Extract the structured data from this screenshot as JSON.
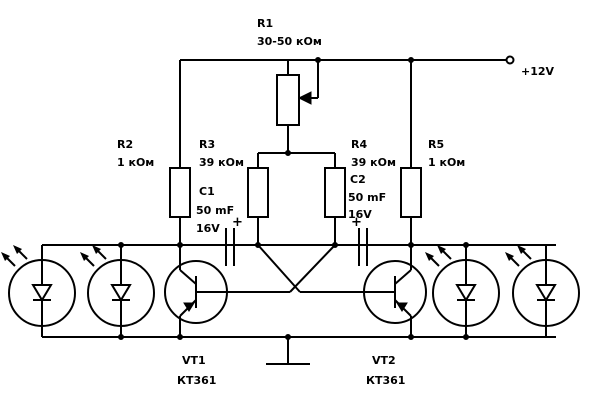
{
  "labels": {
    "r1_name": "R1",
    "r1_value": "30-50 кОм",
    "supply": "+12V",
    "r2_name": "R2",
    "r2_value": "1 кОм",
    "r3_name": "R3",
    "r3_value": "39 кОм",
    "c1_name": "C1",
    "c1_cap": "50 mF",
    "c1_volt": "16V",
    "r4_name": "R4",
    "r4_value": "39 кОм",
    "c2_name": "C2",
    "c2_cap": "50 mF",
    "c2_volt": "16V",
    "r5_name": "R5",
    "r5_value": "1 кОм",
    "vt1_name": "VT1",
    "vt1_type": "КТ361",
    "vt2_name": "VT2",
    "vt2_type": "КТ361",
    "plus": "+"
  },
  "icons": {
    "resistor": "resistor-icon",
    "potentiometer": "potentiometer-icon",
    "capacitor": "capacitor-icon",
    "transistor": "pnp-transistor-icon",
    "led": "led-icon",
    "ground": "ground-icon",
    "terminal": "terminal-icon"
  }
}
